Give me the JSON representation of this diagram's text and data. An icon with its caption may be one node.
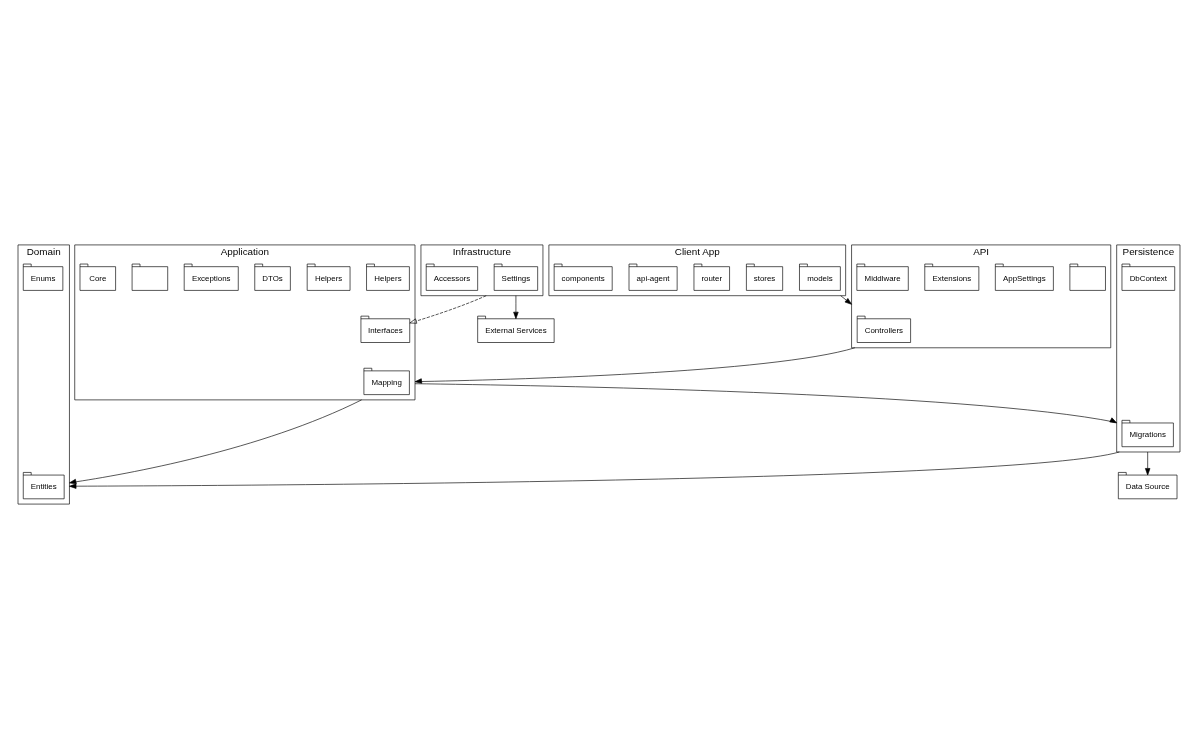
{
  "diagram": {
    "nodes": [
      {
        "text": [
          "Client App"
        ]
      },
      {
        "text": [
          "models"
        ],
        "in": 0
      },
      {
        "text": [
          "stores"
        ],
        "in": 0
      },
      {
        "text": [
          "router"
        ],
        "in": 0
      },
      {
        "text": [
          "api-agent"
        ],
        "in": 0
      },
      {
        "text": [
          "components"
        ],
        "in": 0
      },
      {
        "text": [
          "API"
        ]
      },
      {
        "text": [
          "Controllers"
        ],
        "in": 6
      },
      {
        "text": [],
        "shape": "folder",
        "in": 6
      },
      {
        "text": [
          "AppSettings"
        ],
        "in": 6
      },
      {
        "text": [
          "Extensions"
        ],
        "in": 6
      },
      {
        "text": [
          "Middlware"
        ],
        "in": 6
      },
      {
        "text": [
          "Infrastructure"
        ]
      },
      {
        "text": [
          "Settings"
        ],
        "in": 12
      },
      {
        "text": [
          "Accessors"
        ],
        "in": 12
      },
      {
        "text": [
          "Domain"
        ]
      },
      {
        "text": [
          "Entities"
        ],
        "in": 15
      },
      {
        "text": [
          "Enums"
        ],
        "in": 15
      },
      {
        "text": [
          "Application"
        ]
      },
      {
        "text": [
          "Mapping"
        ],
        "in": 18
      },
      {
        "text": [
          "Helpers"
        ],
        "in": 18
      },
      {
        "text": [
          "Helpers"
        ],
        "in": 18
      },
      {
        "text": [
          "DTOs"
        ],
        "in": 18
      },
      {
        "text": [
          "Exceptions"
        ],
        "in": 18
      },
      {
        "text": [],
        "shape": "folder",
        "in": 18
      },
      {
        "text": [
          "Core"
        ],
        "in": 18
      },
      {
        "text": [
          "Interfaces"
        ],
        "in": 18
      },
      {
        "text": [
          "External Services"
        ]
      },
      {
        "text": [
          "Data Source"
        ]
      },
      {
        "text": [
          "Persistence"
        ]
      },
      {
        "text": [
          "Migrations"
        ],
        "in": 29
      },
      {
        "text": [
          "DbContext"
        ],
        "in": 29
      }
    ],
    "edges": [
      {
        "from": 0,
        "to": 6,
        "arrow": "to"
      },
      {
        "from": 6,
        "to": 18,
        "arrow": "to"
      },
      {
        "from": 18,
        "to": 15,
        "arrow": "to"
      },
      {
        "from": 18,
        "to": 29,
        "arrow": "to"
      },
      {
        "from": 29,
        "to": 15,
        "arrow": "to"
      },
      {
        "from": 29,
        "to": 28,
        "arrow": "to"
      },
      {
        "from": 12,
        "to": 27,
        "arrow": "to"
      },
      {
        "from": 12,
        "to": 26,
        "arrow": "to",
        "style": "dashed"
      }
    ]
  }
}
